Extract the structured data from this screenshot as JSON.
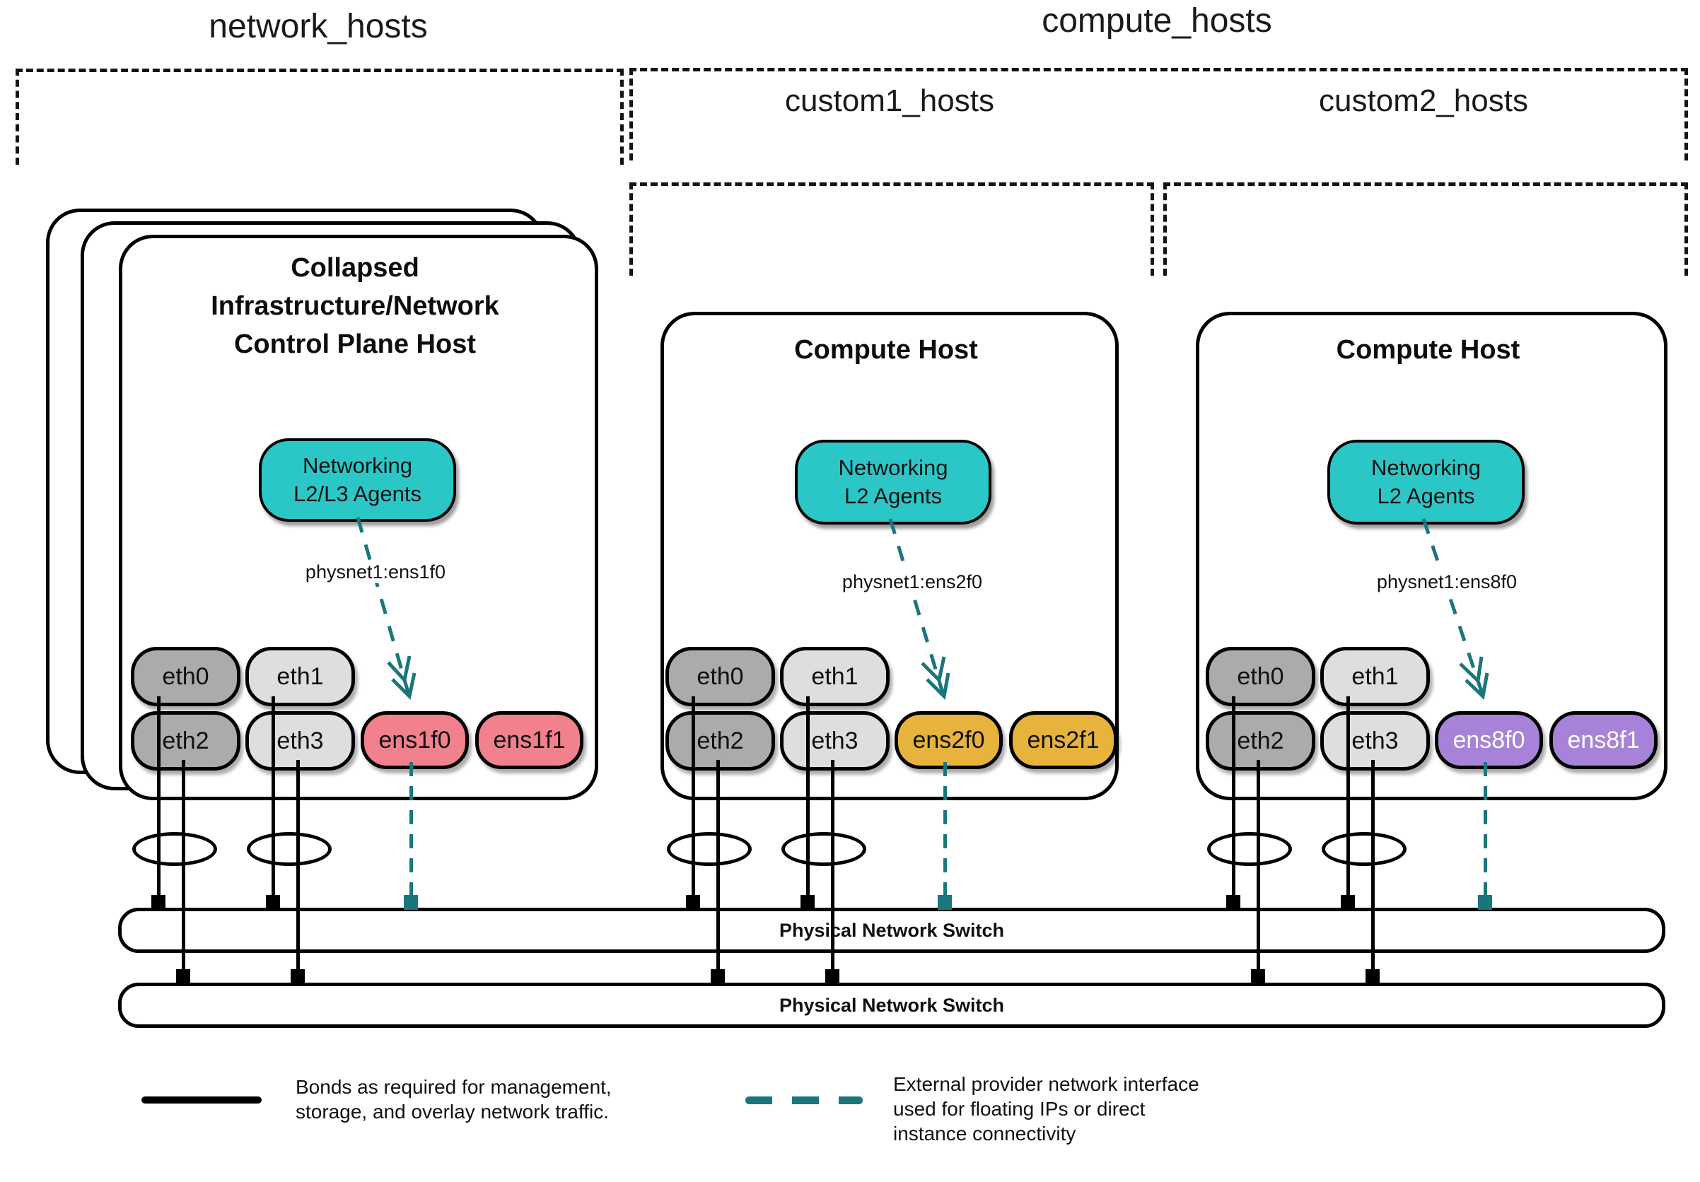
{
  "groups": {
    "network": "network_hosts",
    "compute": "compute_hosts",
    "custom1": "custom1_hosts",
    "custom2": "custom2_hosts"
  },
  "hosts": [
    {
      "title": "Collapsed\nInfrastructure/Network\nControl Plane Host",
      "agent": "Networking\nL2/L3 Agents",
      "physnet": "physnet1:ens1f0",
      "nics": {
        "eth0": "eth0",
        "eth1": "eth1",
        "eth2": "eth2",
        "eth3": "eth3",
        "ext0": "ens1f0",
        "ext1": "ens1f1"
      }
    },
    {
      "title": "Compute Host",
      "agent": "Networking\nL2 Agents",
      "physnet": "physnet1:ens2f0",
      "nics": {
        "eth0": "eth0",
        "eth1": "eth1",
        "eth2": "eth2",
        "eth3": "eth3",
        "ext0": "ens2f0",
        "ext1": "ens2f1"
      }
    },
    {
      "title": "Compute Host",
      "agent": "Networking\nL2 Agents",
      "physnet": "physnet1:ens8f0",
      "nics": {
        "eth0": "eth0",
        "eth1": "eth1",
        "eth2": "eth2",
        "eth3": "eth3",
        "ext0": "ens8f0",
        "ext1": "ens8f1"
      }
    }
  ],
  "switches": [
    {
      "label": "Physical Network Switch"
    },
    {
      "label": "Physical Network Switch"
    }
  ],
  "legend": {
    "bond": "Bonds as required for management,\nstorage, and overlay network traffic.",
    "external": "External provider network interface\nused for floating IPs or direct\ninstance connectivity"
  },
  "colors": {
    "agent_fill": "#2BC7C7",
    "dashed_teal": "#1A767D",
    "nic_dark_gray": "#ABABAB",
    "nic_light_gray": "#DEDEDE",
    "ext_pink": "#F2808D",
    "ext_gold": "#E7B33C",
    "ext_purple": "#A683D9"
  }
}
